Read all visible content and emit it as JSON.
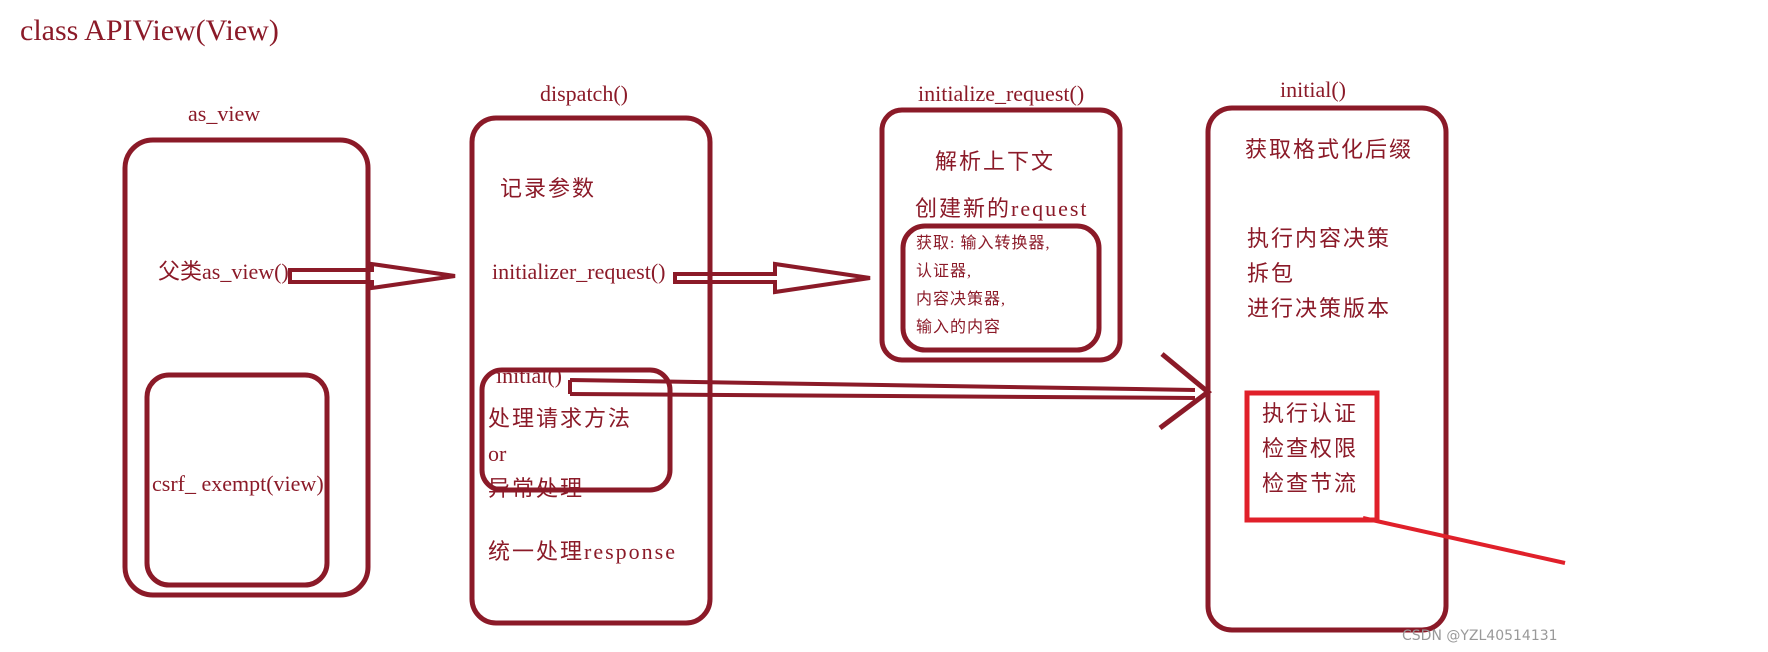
{
  "title": "class APIView(View)",
  "as_view": {
    "header": "as_view",
    "parent_call": "父类as_view()",
    "inner": "csrf_ exempt(view)"
  },
  "dispatch": {
    "header": "dispatch()",
    "record": "记录参数",
    "init_req": "initializer_request()",
    "initial": "initial()",
    "handle": [
      "处理请求方法",
      "or",
      "异常处理"
    ],
    "response": "统一处理response"
  },
  "initialize_request": {
    "header": "initialize_request()",
    "parse": "解析上下文",
    "create": "创建新的request",
    "inner": [
      "获取: 输入转换器,",
      "认证器,",
      "内容决策器,",
      "输入的内容"
    ]
  },
  "initial": {
    "header": "initial()",
    "suffix": "获取格式化后缀",
    "lines": [
      "执行内容决策",
      "拆包",
      "进行决策版本"
    ],
    "highlight": [
      "执行认证",
      "检查权限",
      "检查节流"
    ]
  },
  "watermark": "CSDN @YZL40514131",
  "colors": {
    "ink": "#8b1a28",
    "highlight": "#e0202a"
  }
}
